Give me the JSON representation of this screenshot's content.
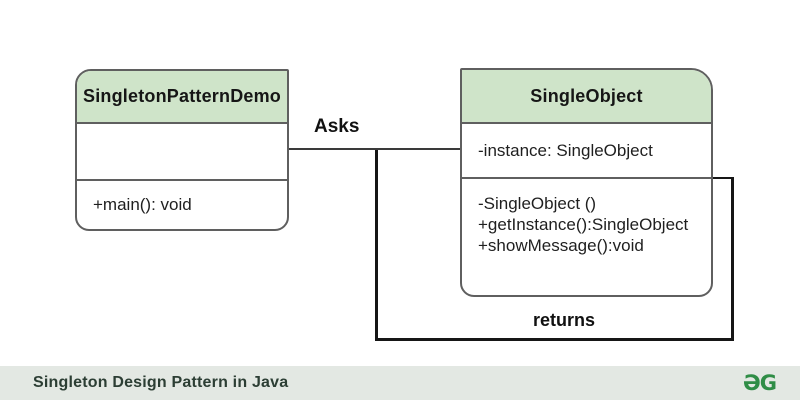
{
  "diagram": {
    "title_hint": "UML class diagram of Singleton pattern",
    "classes": [
      {
        "name": "SingletonPatternDemo",
        "attributes": [],
        "methods": [
          "+main(): void"
        ]
      },
      {
        "name": "SingleObject",
        "attributes": [
          "-instance: SingleObject"
        ],
        "methods": [
          "-SingleObject ()",
          "+getInstance():SingleObject",
          "+showMessage():void"
        ]
      }
    ],
    "relations": [
      {
        "label": "Asks",
        "from": "SingletonPatternDemo",
        "to": "SingleObject"
      },
      {
        "label": "returns",
        "from": "SingleObject",
        "to": "SingletonPatternDemo"
      }
    ]
  },
  "footer": {
    "caption": "Singleton Design Pattern in Java",
    "logo_glyph": "ƏG"
  },
  "colors": {
    "header_fill": "#cfe4c9",
    "box_border": "#5f5f5f",
    "line_color": "#161616",
    "footer_bg": "#e3e8e3",
    "footer_text": "#2c3e34",
    "logo_green": "#2f8d46"
  }
}
